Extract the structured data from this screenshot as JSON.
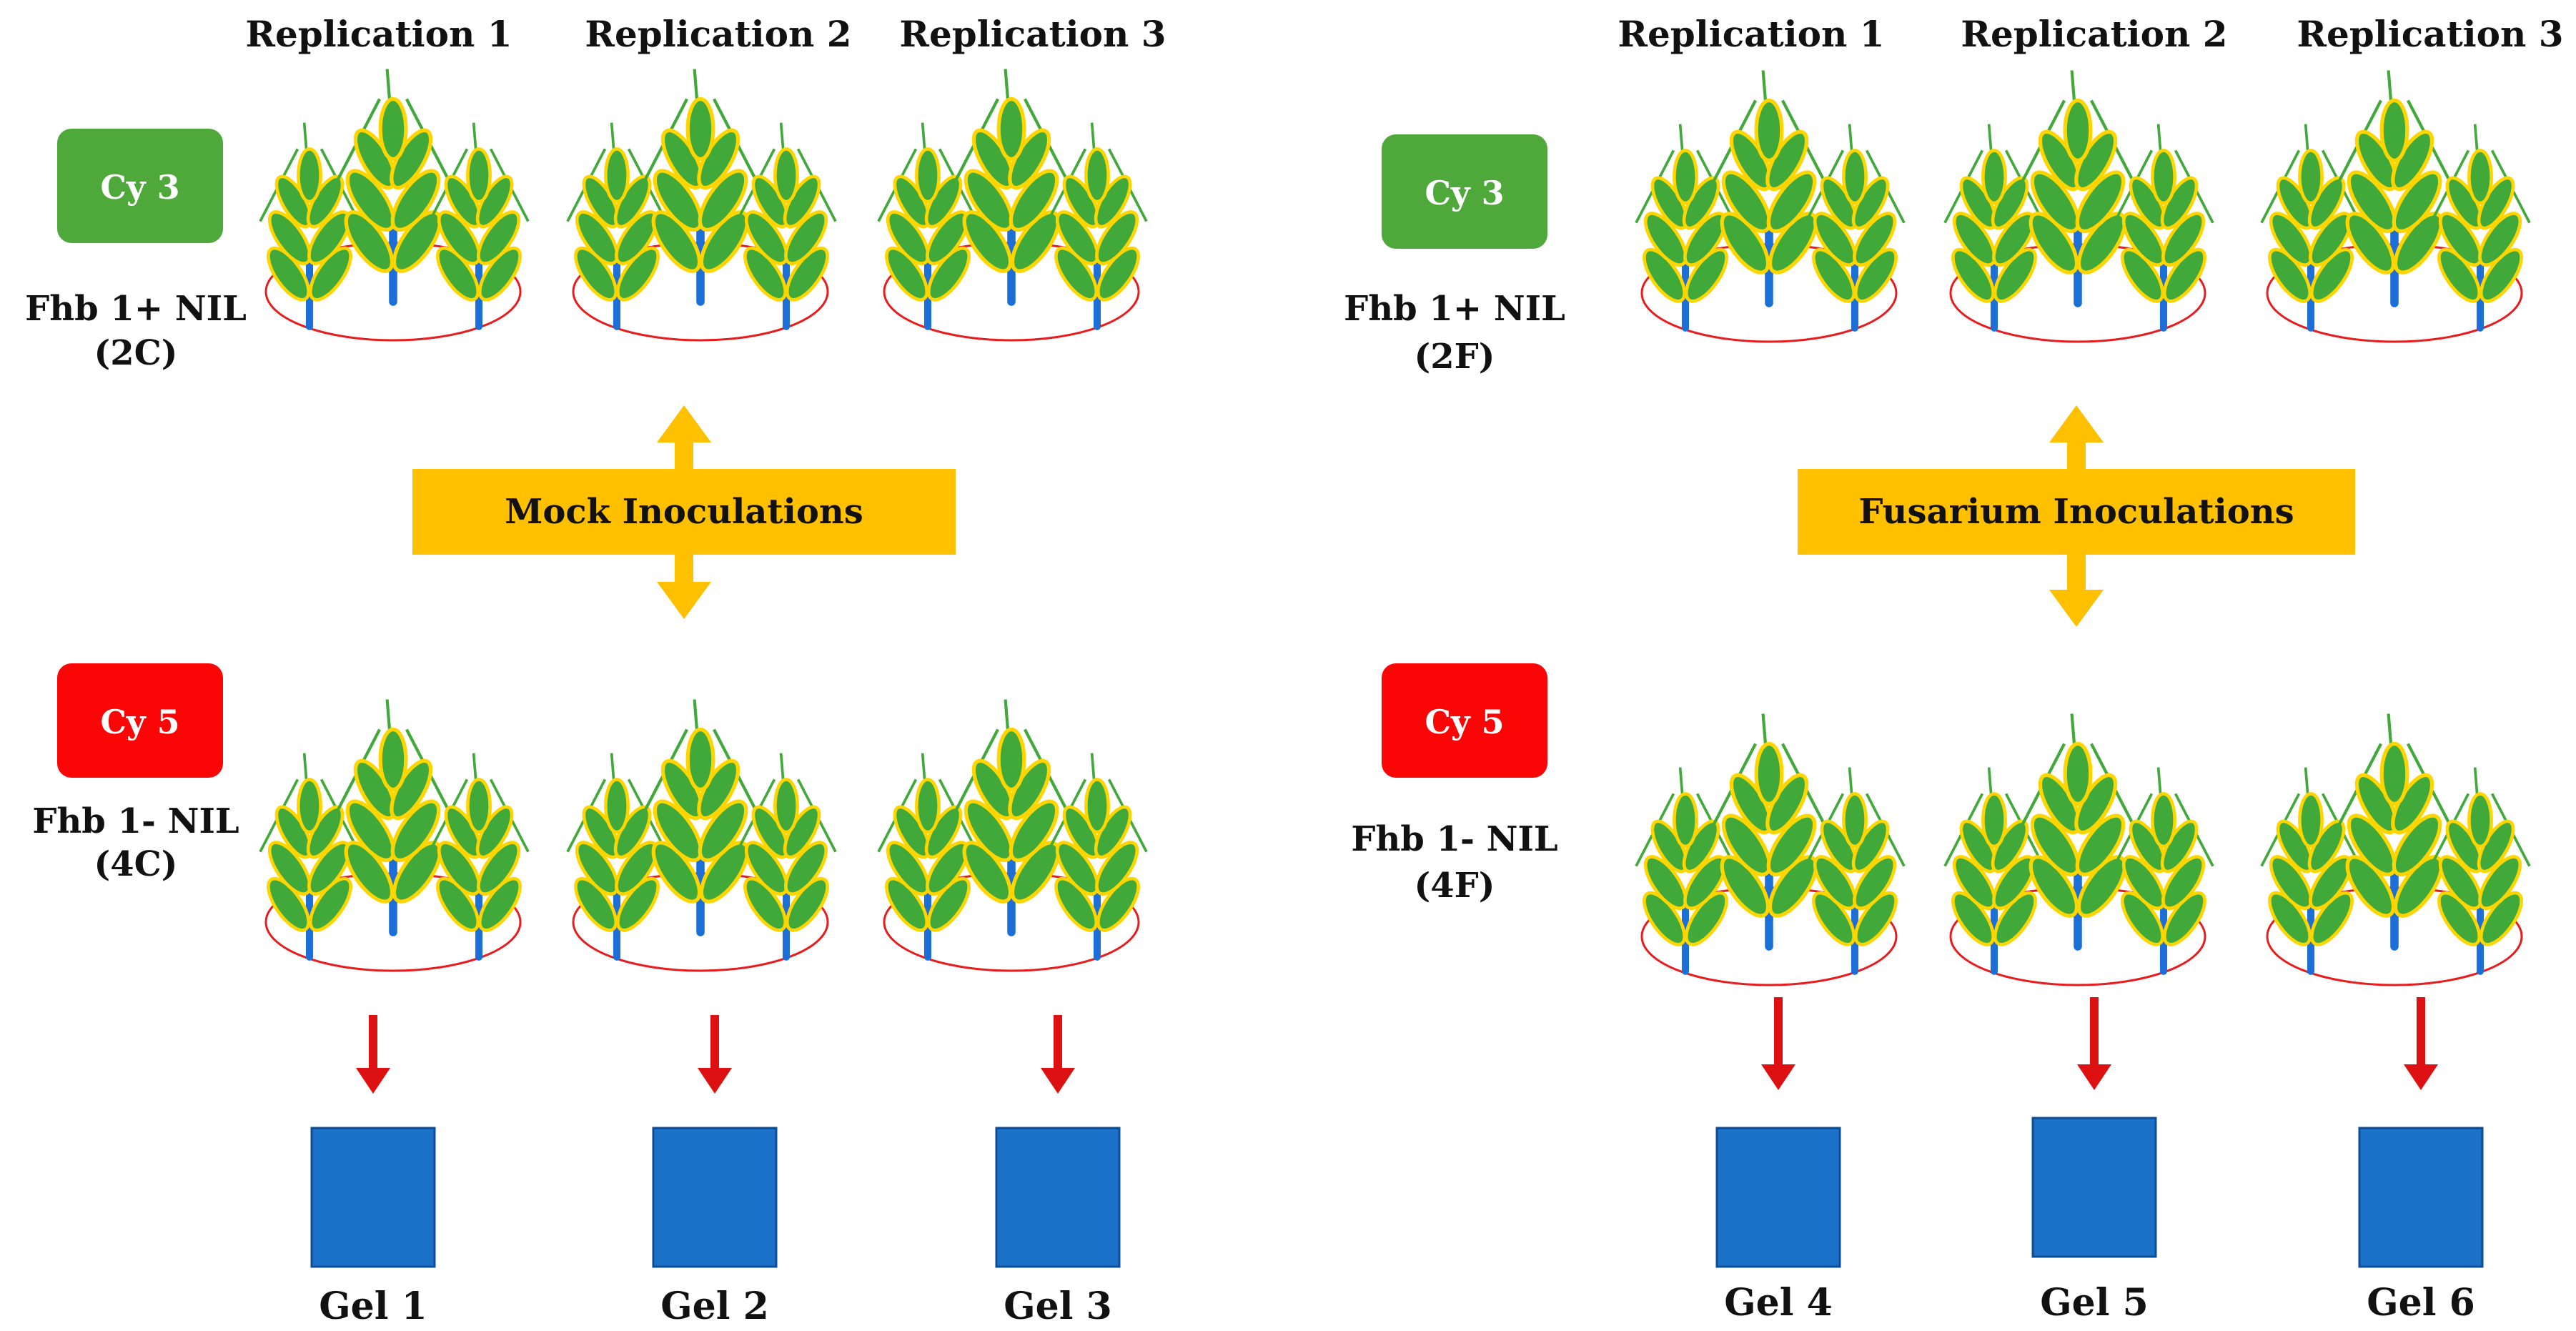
{
  "colors": {
    "cy3": "#4ea83a",
    "cy5": "#fb0606",
    "inoculation_banner": "#ffc000",
    "gel": "#1b70c8",
    "arrow_down": "#dd1111",
    "ellipse": "#e81c1c",
    "stem": "#1b6fd6",
    "leaf": "#40a93a",
    "leaf_outline": "#ffd500",
    "text": "#111111"
  },
  "panels": [
    {
      "id": "mock",
      "replication_labels": [
        "Replication 1",
        "Replication 2",
        "Replication 3"
      ],
      "top_dye": "Cy 3",
      "top_line": "Fhb 1+ NIL",
      "top_code": "(2C)",
      "bottom_dye": "Cy 5",
      "bottom_line": "Fhb 1- NIL",
      "bottom_code": "(4C)",
      "inoculation": "Mock Inoculations",
      "gels": [
        "Gel 1",
        "Gel 2",
        "Gel 3"
      ]
    },
    {
      "id": "fusarium",
      "replication_labels": [
        "Replication 1",
        "Replication 2",
        "Replication 3"
      ],
      "top_dye": "Cy 3",
      "top_line": "Fhb 1+ NIL",
      "top_code": "(2F)",
      "bottom_dye": "Cy 5",
      "bottom_line": "Fhb 1- NIL",
      "bottom_code": "(4F)",
      "inoculation": "Fusarium Inoculations",
      "gels": [
        "Gel 4",
        "Gel 5",
        "Gel 6"
      ]
    }
  ]
}
